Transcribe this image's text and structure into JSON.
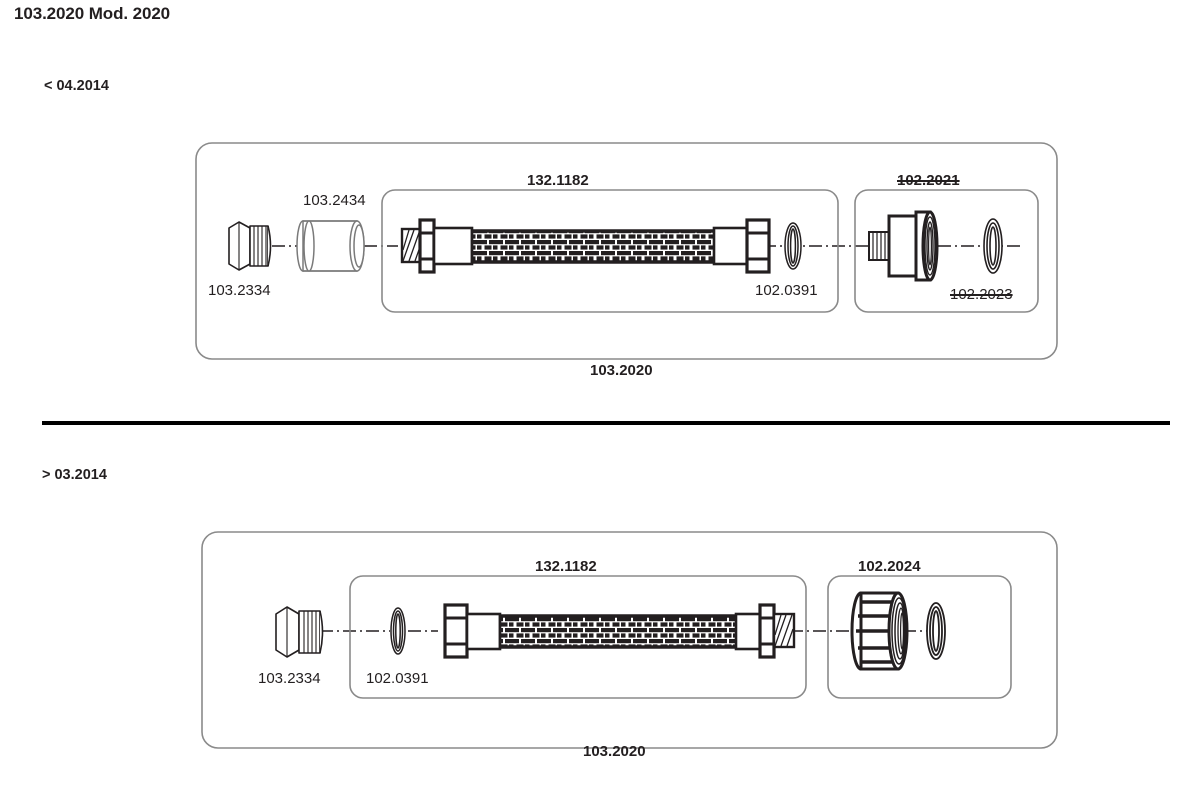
{
  "page": {
    "title": "103.2020 Mod. 2020"
  },
  "sections": [
    {
      "label": "< 04.2014",
      "outer_caption": "103.2020",
      "group_hose": {
        "label": "132.1182"
      },
      "group_adapter": {
        "label": "102.2021",
        "discontinued": true
      },
      "parts": [
        {
          "label": "103.2334",
          "discontinued": false
        },
        {
          "label": "103.2434",
          "discontinued": false
        },
        {
          "label": "102.0391",
          "discontinued": false
        },
        {
          "label": "102.2023",
          "discontinued": true
        }
      ]
    },
    {
      "label": "> 03.2014",
      "outer_caption": "103.2020",
      "group_hose": {
        "label": "132.1182"
      },
      "group_adapter": {
        "label": "102.2024",
        "discontinued": false
      },
      "parts": [
        {
          "label": "103.2334",
          "discontinued": false
        },
        {
          "label": "102.0391",
          "discontinued": false
        }
      ]
    }
  ],
  "colors": {
    "line": "#231f20",
    "text": "#231f20",
    "box_border": "#8a8a8a",
    "background": "#ffffff"
  }
}
